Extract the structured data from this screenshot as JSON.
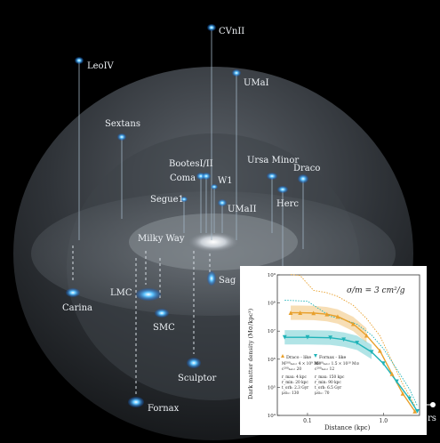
{
  "galaxies": [
    {
      "name": "LeoIV",
      "label": "LeoIV"
    },
    {
      "name": "CVnII",
      "label": "CVnII"
    },
    {
      "name": "UMaI",
      "label": "UMaI"
    },
    {
      "name": "Sextans",
      "label": "Sextans"
    },
    {
      "name": "BootesI/II",
      "label": "BootesI/II"
    },
    {
      "name": "Coma",
      "label": "Coma"
    },
    {
      "name": "W1",
      "label": "W1"
    },
    {
      "name": "Ursa Minor",
      "label": "Ursa Minor"
    },
    {
      "name": "Draco",
      "label": "Draco"
    },
    {
      "name": "Segue1",
      "label": "Segue1"
    },
    {
      "name": "Herc",
      "label": "Herc"
    },
    {
      "name": "UMaII",
      "label": "UMaII"
    },
    {
      "name": "Milky Way",
      "label": "Milky Way"
    },
    {
      "name": "Sag",
      "label": "Sag"
    },
    {
      "name": "Carina",
      "label": "Carina"
    },
    {
      "name": "LMC",
      "label": "LMC"
    },
    {
      "name": "SMC",
      "label": "SMC"
    },
    {
      "name": "Sculptor",
      "label": "Sculptor"
    },
    {
      "name": "Fornax",
      "label": "Fornax"
    }
  ],
  "edge_fragment": "rs",
  "inset": {
    "title": "σ/m = 3 cm²/g",
    "xlabel": "Distance (kpc)",
    "ylabel": "Dark matter density (M⊙/kpc³)",
    "x_ticks": [
      "0.1",
      "1.0"
    ],
    "y_ticks": [
      "10⁹",
      "10⁸",
      "10⁷",
      "10⁶",
      "10⁵",
      "10⁴"
    ],
    "legend": {
      "draco": {
        "title": "Draco - like",
        "lines": [
          "M²⁰⁰ₕₐₗₒ: 4 × 10⁹ M⊙",
          "c²⁰⁰ₕₐₗₒ: 20",
          "r_max: 4 kpc",
          "r_min: 20 kpc",
          "t_orb: 2.3 Gyr",
          "μ⊙ₙ: 130"
        ]
      },
      "fornax": {
        "title": "Fornax - like",
        "lines": [
          "M²⁰⁰ₕₐₗₒ: 1.5 × 10¹⁰ M⊙",
          "c²⁰⁰ₕₐₗₒ: 12",
          "r_max: 150 kpc",
          "r_min: 90 kpc",
          "t_orb: 6.5 Gyr",
          "μ⊙ₙ: 70"
        ]
      }
    },
    "colors": {
      "draco": "#e8a02c",
      "fornax": "#1fb3b8"
    }
  },
  "chart_data": {
    "type": "line",
    "title": "σ/m = 3 cm²/g",
    "xlabel": "Distance (kpc)",
    "ylabel": "Dark matter density (M⊙/kpc³)",
    "x_scale": "log",
    "y_scale": "log",
    "xlim": [
      0.04,
      3.0
    ],
    "ylim": [
      10000,
      1000000000
    ],
    "series": [
      {
        "name": "Draco - like",
        "x": [
          0.06,
          0.08,
          0.12,
          0.18,
          0.25,
          0.4,
          0.6,
          0.9,
          1.3,
          1.8,
          2.6
        ],
        "y": [
          45000000,
          45000000,
          44000000,
          40000000,
          33000000,
          18000000,
          7000000,
          2000000,
          300000,
          60000,
          14000
        ]
      },
      {
        "name": "Fornax - like",
        "x": [
          0.05,
          0.1,
          0.2,
          0.3,
          0.45,
          0.7,
          1.0,
          1.5,
          2.2,
          2.8
        ],
        "y": [
          6000000,
          6000000,
          5800000,
          5000000,
          3800000,
          1800000,
          700000,
          160000,
          40000,
          14000
        ]
      }
    ]
  }
}
